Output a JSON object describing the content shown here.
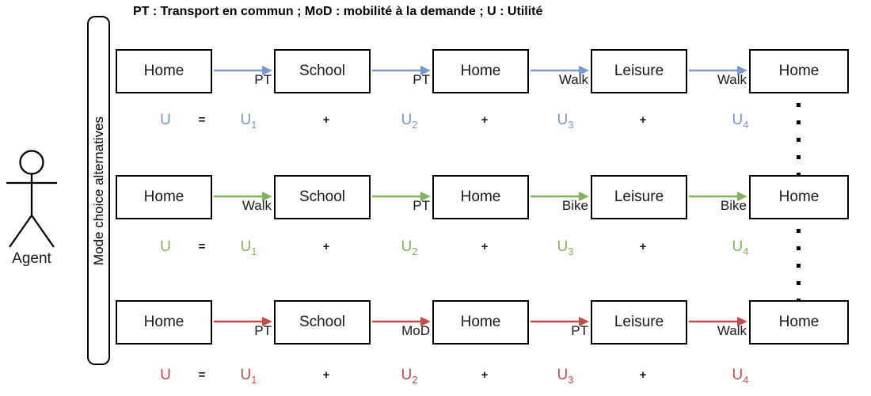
{
  "legend_title": "PT : Transport en commun ; MoD : mobilité à la demande ; U : Utilité",
  "agent_label": "Agent",
  "alternatives_label": "Mode choice alternatives",
  "colors": {
    "alternative_1_blue": "#7C99CE",
    "alternative_2_green": "#82B35F",
    "alternative_3_red": "#C0504D",
    "box_border": "#000000",
    "text": "#1A1A1A"
  },
  "rows": [
    {
      "color": "#7C99CE",
      "activities": [
        "Home",
        "School",
        "Home",
        "Leisure",
        "Home"
      ],
      "modes": [
        "PT",
        "PT",
        "Walk",
        "Walk"
      ],
      "eq": [
        [
          "U",
          ""
        ],
        [
          "=",
          ""
        ],
        [
          "U",
          "1"
        ],
        [
          "+",
          ""
        ],
        [
          "U",
          "2"
        ],
        [
          "+",
          ""
        ],
        [
          "U",
          "3"
        ],
        [
          "+",
          ""
        ],
        [
          "U",
          "4"
        ]
      ]
    },
    {
      "color": "#82B35F",
      "activities": [
        "Home",
        "School",
        "Home",
        "Leisure",
        "Home"
      ],
      "modes": [
        "Walk",
        "PT",
        "Bike",
        "Bike"
      ],
      "eq": [
        [
          "U",
          ""
        ],
        [
          "=",
          ""
        ],
        [
          "U",
          "1"
        ],
        [
          "+",
          ""
        ],
        [
          "U",
          "2"
        ],
        [
          "+",
          ""
        ],
        [
          "U",
          "3"
        ],
        [
          "+",
          ""
        ],
        [
          "U",
          "4"
        ]
      ]
    },
    {
      "color": "#C0504D",
      "activities": [
        "Home",
        "School",
        "Home",
        "Leisure",
        "Home"
      ],
      "modes": [
        "PT",
        "MoD",
        "PT",
        "Walk"
      ],
      "eq": [
        [
          "U",
          ""
        ],
        [
          "=",
          ""
        ],
        [
          "U",
          "1"
        ],
        [
          "+",
          ""
        ],
        [
          "U",
          "2"
        ],
        [
          "+",
          ""
        ],
        [
          "U",
          "3"
        ],
        [
          "+",
          ""
        ],
        [
          "U",
          "4"
        ]
      ]
    }
  ]
}
